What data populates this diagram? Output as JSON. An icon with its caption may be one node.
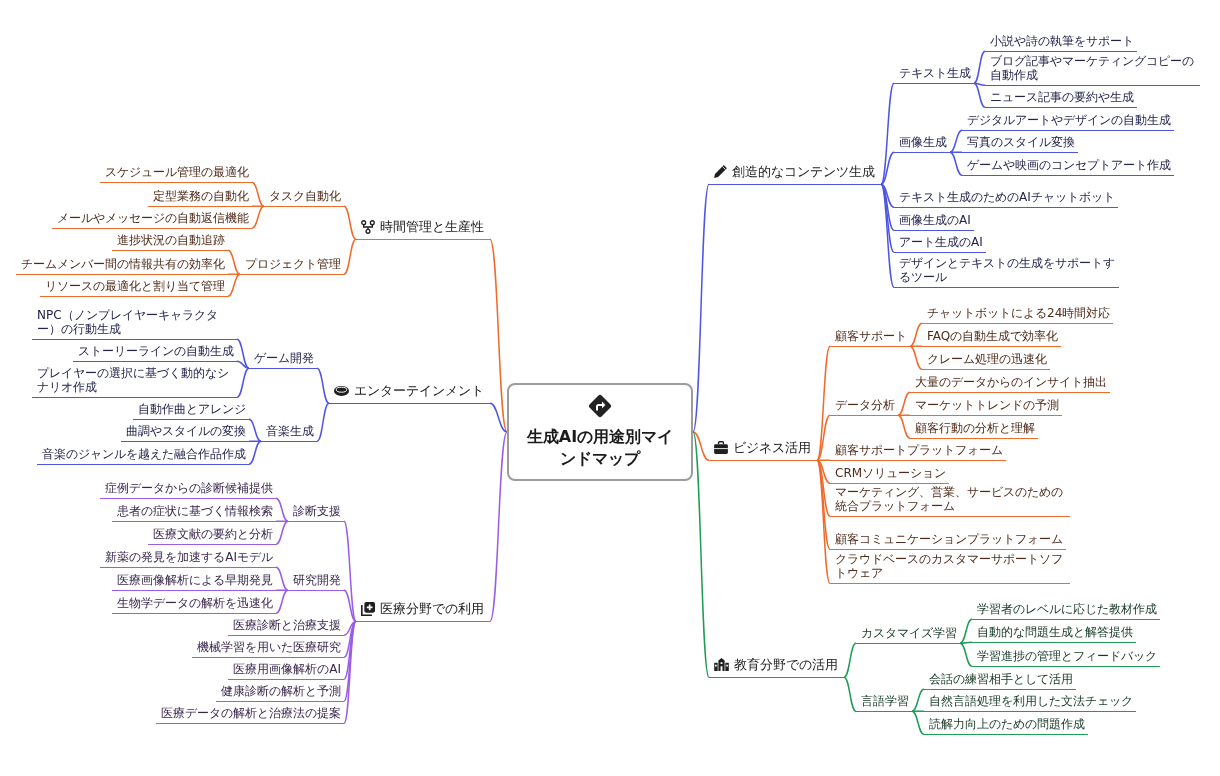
{
  "diagram": {
    "nodes": [
      {
        "text": [
          "生成AIの用途別マインドマップ"
        ]
      },
      {
        "text": [
          "創造的なコンテンツ生成"
        ]
      },
      {
        "text": [
          "テキスト生成"
        ]
      },
      {
        "text": [
          "小説や詩の執筆をサポート"
        ]
      },
      {
        "text": [
          "ブログ記事やマーケティングコピーの自動作成"
        ]
      },
      {
        "text": [
          "ニュース記事の要約や生成"
        ]
      },
      {
        "text": [
          "画像生成"
        ]
      },
      {
        "text": [
          "デジタルアートやデザインの自動生成"
        ]
      },
      {
        "text": [
          "写真のスタイル変換"
        ]
      },
      {
        "text": [
          "ゲームや映画のコンセプトアート作成"
        ]
      },
      {
        "text": [
          "テキスト生成のためのAIチャットボット"
        ]
      },
      {
        "text": [
          "画像生成のAI"
        ]
      },
      {
        "text": [
          "アート生成のAI"
        ]
      },
      {
        "text": [
          "デザインとテキストの生成をサポートするツール"
        ]
      },
      {
        "text": [
          "ビジネス活用"
        ]
      },
      {
        "text": [
          "顧客サポート"
        ]
      },
      {
        "text": [
          "チャットボットによる24時間対応"
        ]
      },
      {
        "text": [
          "FAQの自動生成で効率化"
        ]
      },
      {
        "text": [
          "クレーム処理の迅速化"
        ]
      },
      {
        "text": [
          "データ分析"
        ]
      },
      {
        "text": [
          "大量のデータからのインサイト抽出"
        ]
      },
      {
        "text": [
          "マーケットトレンドの予測"
        ]
      },
      {
        "text": [
          "顧客行動の分析と理解"
        ]
      },
      {
        "text": [
          "顧客サポートプラットフォーム"
        ]
      },
      {
        "text": [
          "CRMソリューション"
        ]
      },
      {
        "text": [
          "マーケティング、営業、サービスのための統合プラットフォーム"
        ]
      },
      {
        "text": [
          "顧客コミュニケーションプラットフォーム"
        ]
      },
      {
        "text": [
          "クラウドベースのカスタマーサポートソフトウェア"
        ]
      },
      {
        "text": [
          "教育分野での活用"
        ]
      },
      {
        "text": [
          "カスタマイズ学習"
        ]
      },
      {
        "text": [
          "学習者のレベルに応じた教材作成"
        ]
      },
      {
        "text": [
          "自動的な問題生成と解答提供"
        ]
      },
      {
        "text": [
          "学習進捗の管理とフィードバック"
        ]
      },
      {
        "text": [
          "言語学習"
        ]
      },
      {
        "text": [
          "会話の練習相手として活用"
        ]
      },
      {
        "text": [
          "自然言語処理を利用した文法チェック"
        ]
      },
      {
        "text": [
          "読解力向上のための問題作成"
        ]
      },
      {
        "text": [
          "時間管理と生産性"
        ]
      },
      {
        "text": [
          "タスク自動化"
        ]
      },
      {
        "text": [
          "スケジュール管理の最適化"
        ]
      },
      {
        "text": [
          "定型業務の自動化"
        ]
      },
      {
        "text": [
          "メールやメッセージの自動返信機能"
        ]
      },
      {
        "text": [
          "プロジェクト管理"
        ]
      },
      {
        "text": [
          "進捗状況の自動追跡"
        ]
      },
      {
        "text": [
          "チームメンバー間の情報共有の効率化"
        ]
      },
      {
        "text": [
          "リソースの最適化と割り当て管理"
        ]
      },
      {
        "text": [
          "エンターテインメント"
        ]
      },
      {
        "text": [
          "ゲーム開発"
        ]
      },
      {
        "text": [
          "NPC（ノンプレイヤーキャラクター）の行動生成"
        ]
      },
      {
        "text": [
          "ストーリーラインの自動生成"
        ]
      },
      {
        "text": [
          "プレイヤーの選択に基づく動的なシナリオ作成"
        ]
      },
      {
        "text": [
          "音楽生成"
        ]
      },
      {
        "text": [
          "自動作曲とアレンジ"
        ]
      },
      {
        "text": [
          "曲調やスタイルの変換"
        ]
      },
      {
        "text": [
          "音楽のジャンルを越えた融合作品作成"
        ]
      },
      {
        "text": [
          "医療分野での利用"
        ]
      },
      {
        "text": [
          "診断支援"
        ]
      },
      {
        "text": [
          "症例データからの診断候補提供"
        ]
      },
      {
        "text": [
          "患者の症状に基づく情報検索"
        ]
      },
      {
        "text": [
          "医療文献の要約と分析"
        ]
      },
      {
        "text": [
          "研究開発"
        ]
      },
      {
        "text": [
          "新薬の発見を加速するAIモデル"
        ]
      },
      {
        "text": [
          "医療画像解析による早期発見"
        ]
      },
      {
        "text": [
          "生物学データの解析を迅速化"
        ]
      },
      {
        "text": [
          "医療診断と治療支援"
        ]
      },
      {
        "text": [
          "機械学習を用いた医療研究"
        ]
      },
      {
        "text": [
          "医療用画像解析のAI"
        ]
      },
      {
        "text": [
          "健康診断の解析と予測"
        ]
      },
      {
        "text": [
          "医療データの解析と治療法の提案"
        ]
      }
    ],
    "edges": [
      {
        "from": 0,
        "to": 1,
        "arrow": "none",
        "color": "#4f55e3"
      },
      {
        "from": 1,
        "to": 2,
        "arrow": "none",
        "color": "#4f55e3"
      },
      {
        "from": 2,
        "to": 3,
        "arrow": "none",
        "color": "#4f55e3"
      },
      {
        "from": 2,
        "to": 4,
        "arrow": "none",
        "color": "#4f55e3"
      },
      {
        "from": 2,
        "to": 5,
        "arrow": "none",
        "color": "#4f55e3"
      },
      {
        "from": 1,
        "to": 6,
        "arrow": "none",
        "color": "#4f55e3"
      },
      {
        "from": 6,
        "to": 7,
        "arrow": "none",
        "color": "#4f55e3"
      },
      {
        "from": 6,
        "to": 8,
        "arrow": "none",
        "color": "#4f55e3"
      },
      {
        "from": 6,
        "to": 9,
        "arrow": "none",
        "color": "#4f55e3"
      },
      {
        "from": 1,
        "to": 10,
        "arrow": "none",
        "color": "#4f55e3"
      },
      {
        "from": 1,
        "to": 11,
        "arrow": "none",
        "color": "#4f55e3"
      },
      {
        "from": 1,
        "to": 12,
        "arrow": "none",
        "color": "#4f55e3"
      },
      {
        "from": 1,
        "to": 13,
        "arrow": "none",
        "color": "#4f55e3"
      },
      {
        "from": 0,
        "to": 14,
        "arrow": "none"
      },
      {
        "from": 14,
        "to": 15,
        "arrow": "none"
      },
      {
        "from": 15,
        "to": 16,
        "arrow": "none"
      },
      {
        "from": 15,
        "to": 17,
        "arrow": "none"
      },
      {
        "from": 15,
        "to": 18,
        "arrow": "none"
      },
      {
        "from": 14,
        "to": 19,
        "arrow": "none"
      },
      {
        "from": 19,
        "to": 20,
        "arrow": "none"
      },
      {
        "from": 19,
        "to": 21,
        "arrow": "none"
      },
      {
        "from": 19,
        "to": 22,
        "arrow": "none"
      },
      {
        "from": 14,
        "to": 23,
        "arrow": "none"
      },
      {
        "from": 14,
        "to": 24,
        "arrow": "none"
      },
      {
        "from": 14,
        "to": 25,
        "arrow": "none"
      },
      {
        "from": 14,
        "to": 26,
        "arrow": "none"
      },
      {
        "from": 14,
        "to": 27,
        "arrow": "none"
      },
      {
        "from": 0,
        "to": 28,
        "arrow": "none",
        "color": "#1f9d55"
      },
      {
        "from": 28,
        "to": 29,
        "arrow": "none",
        "color": "#1f9d55"
      },
      {
        "from": 29,
        "to": 30,
        "arrow": "none",
        "color": "#1f9d55"
      },
      {
        "from": 29,
        "to": 31,
        "arrow": "none",
        "color": "#1f9d55"
      },
      {
        "from": 29,
        "to": 32,
        "arrow": "none",
        "color": "#1f9d55"
      },
      {
        "from": 28,
        "to": 33,
        "arrow": "none",
        "color": "#1f9d55"
      },
      {
        "from": 33,
        "to": 34,
        "arrow": "none",
        "color": "#1f9d55"
      },
      {
        "from": 33,
        "to": 35,
        "arrow": "none",
        "color": "#1f9d55"
      },
      {
        "from": 33,
        "to": 36,
        "arrow": "none",
        "color": "#1f9d55"
      },
      {
        "from": 0,
        "to": 37,
        "arrow": "none"
      },
      {
        "from": 37,
        "to": 38,
        "arrow": "none"
      },
      {
        "from": 38,
        "to": 39,
        "arrow": "none"
      },
      {
        "from": 38,
        "to": 40,
        "arrow": "none"
      },
      {
        "from": 38,
        "to": 41,
        "arrow": "none"
      },
      {
        "from": 37,
        "to": 42,
        "arrow": "none"
      },
      {
        "from": 42,
        "to": 43,
        "arrow": "none"
      },
      {
        "from": 42,
        "to": 44,
        "arrow": "none"
      },
      {
        "from": 42,
        "to": 45,
        "arrow": "none"
      },
      {
        "from": 0,
        "to": 46,
        "arrow": "none",
        "color": "#4f55e3"
      },
      {
        "from": 46,
        "to": 47,
        "arrow": "none",
        "color": "#4f55e3"
      },
      {
        "from": 47,
        "to": 48,
        "arrow": "none",
        "color": "#4f55e3"
      },
      {
        "from": 47,
        "to": 49,
        "arrow": "none",
        "color": "#4f55e3"
      },
      {
        "from": 47,
        "to": 50,
        "arrow": "none",
        "color": "#4f55e3"
      },
      {
        "from": 46,
        "to": 51,
        "arrow": "none",
        "color": "#4f55e3"
      },
      {
        "from": 51,
        "to": 52,
        "arrow": "none",
        "color": "#4f55e3"
      },
      {
        "from": 51,
        "to": 53,
        "arrow": "none",
        "color": "#4f55e3"
      },
      {
        "from": 51,
        "to": 54,
        "arrow": "none",
        "color": "#4f55e3"
      },
      {
        "from": 0,
        "to": 55,
        "arrow": "none",
        "color": "#9b5de5"
      },
      {
        "from": 55,
        "to": 56,
        "arrow": "none",
        "color": "#9b5de5"
      },
      {
        "from": 56,
        "to": 57,
        "arrow": "none",
        "color": "#9b5de5"
      },
      {
        "from": 56,
        "to": 58,
        "arrow": "none",
        "color": "#9b5de5"
      },
      {
        "from": 56,
        "to": 59,
        "arrow": "none",
        "color": "#9b5de5"
      },
      {
        "from": 55,
        "to": 60,
        "arrow": "none",
        "color": "#9b5de5"
      },
      {
        "from": 60,
        "to": 61,
        "arrow": "none",
        "color": "#9b5de5"
      },
      {
        "from": 60,
        "to": 62,
        "arrow": "none",
        "color": "#9b5de5"
      },
      {
        "from": 60,
        "to": 63,
        "arrow": "none",
        "color": "#9b5de5"
      },
      {
        "from": 55,
        "to": 64,
        "arrow": "none",
        "color": "#9b5de5"
      },
      {
        "from": 55,
        "to": 65,
        "arrow": "none",
        "color": "#9b5de5"
      },
      {
        "from": 55,
        "to": 66,
        "arrow": "none",
        "color": "#9b5de5"
      },
      {
        "from": 55,
        "to": 67,
        "arrow": "none",
        "color": "#9b5de5"
      },
      {
        "from": 55,
        "to": 68,
        "arrow": "none",
        "color": "#9b5de5"
      }
    ]
  }
}
